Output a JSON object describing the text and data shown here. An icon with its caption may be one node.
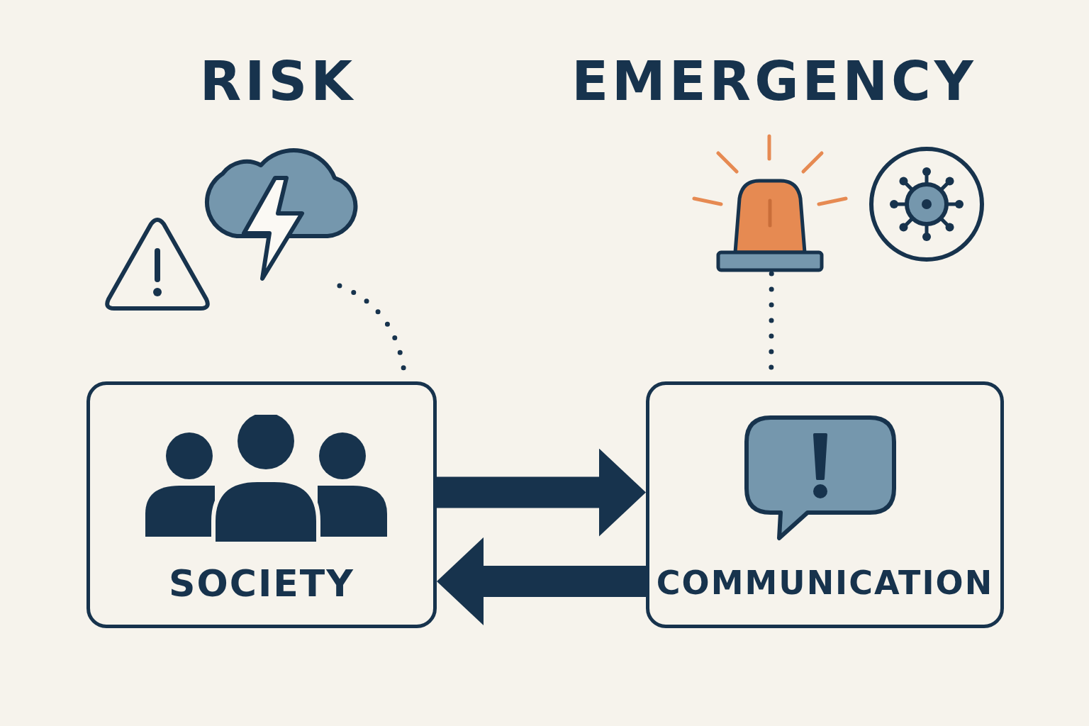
{
  "diagram": {
    "nodes": [
      {
        "text": [],
        "shape": "cloud"
      },
      {
        "text": [],
        "shape": "picture"
      },
      {
        "text": [
          "SOCIETY"
        ]
      },
      {
        "text": [
          "COMMUNICATION"
        ]
      }
    ],
    "edges": [
      {
        "from": 0,
        "to": 2,
        "arrow": "none",
        "style": "dashed"
      },
      {
        "from": 1,
        "to": 3,
        "arrow": "none",
        "style": "dashed"
      },
      {
        "from": 2,
        "to": 3,
        "arrow": "to",
        "style": "thick"
      },
      {
        "from": 3,
        "to": 2,
        "arrow": "to",
        "style": "thick"
      }
    ],
    "labels": [
      "RISK",
      "EMERGENCY"
    ]
  }
}
